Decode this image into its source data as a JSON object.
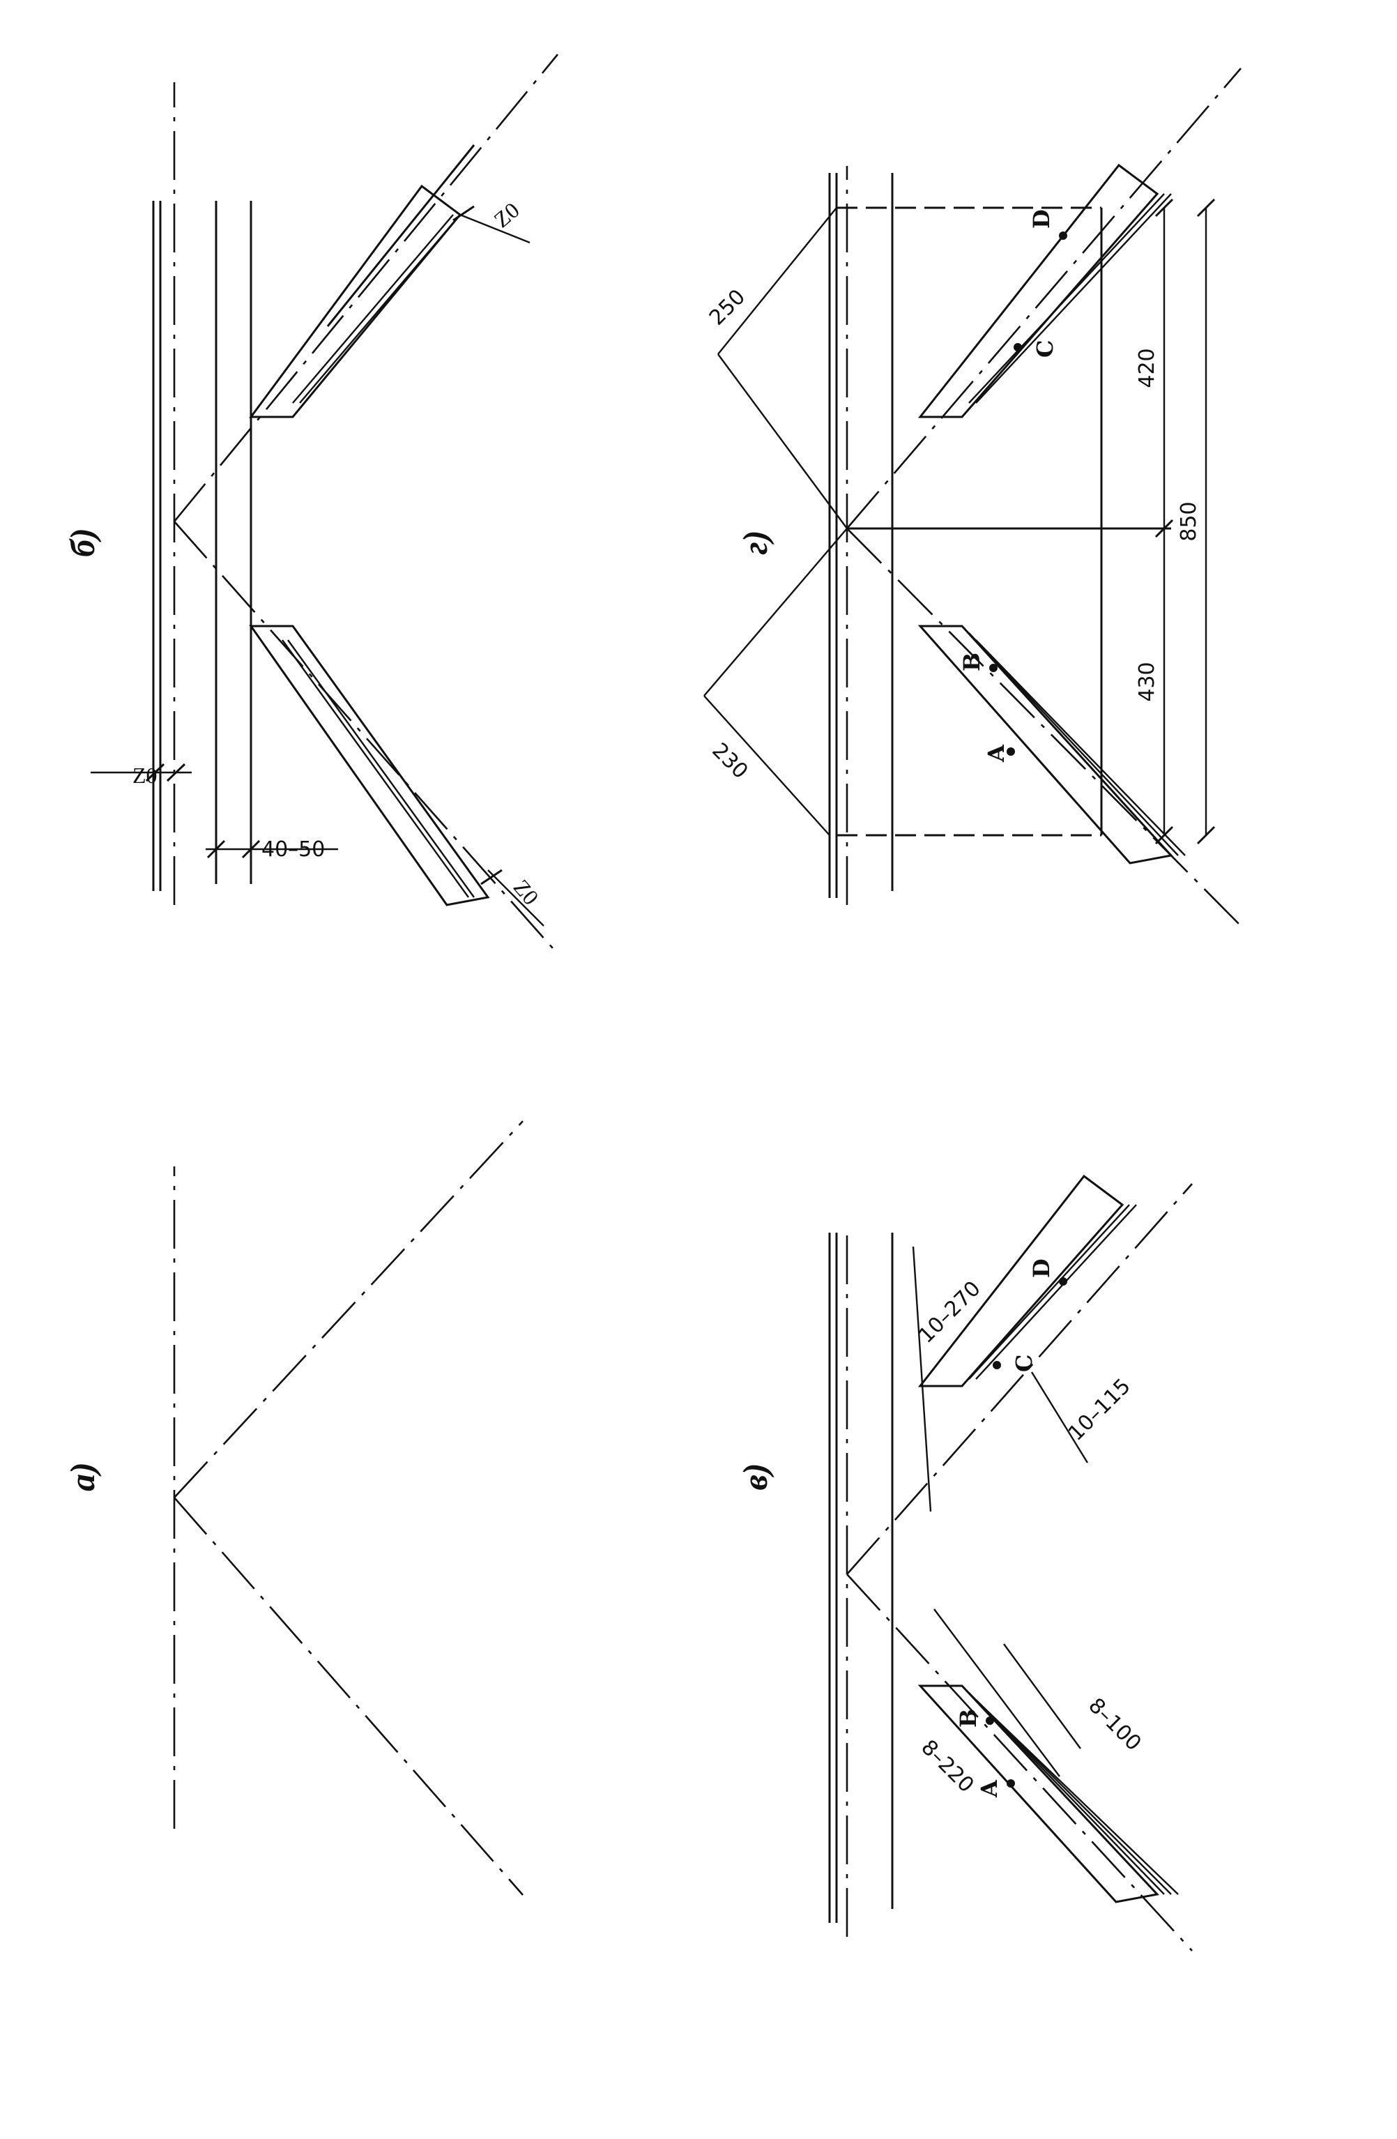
{
  "panels": {
    "a": {
      "label": "а)"
    },
    "b": {
      "label": "б)",
      "dims": {
        "z0_left": "Z0",
        "z0_top": "Z0",
        "gap": "40–50",
        "z0_right": "Z0"
      }
    },
    "v": {
      "label": "в)",
      "dims": {
        "left_outer": "8–220",
        "left_inner": "8–100",
        "right_outer": "10–270",
        "right_inner": "10–115"
      },
      "points": {
        "A": "A",
        "B": "B",
        "C": "C",
        "D": "D"
      }
    },
    "g": {
      "label": "г)",
      "dims": {
        "left_diag": "230",
        "right_diag": "250",
        "left_half": "430",
        "right_half": "420",
        "total": "850"
      },
      "points": {
        "A": "A",
        "B": "B",
        "C": "C",
        "D": "D"
      }
    }
  }
}
